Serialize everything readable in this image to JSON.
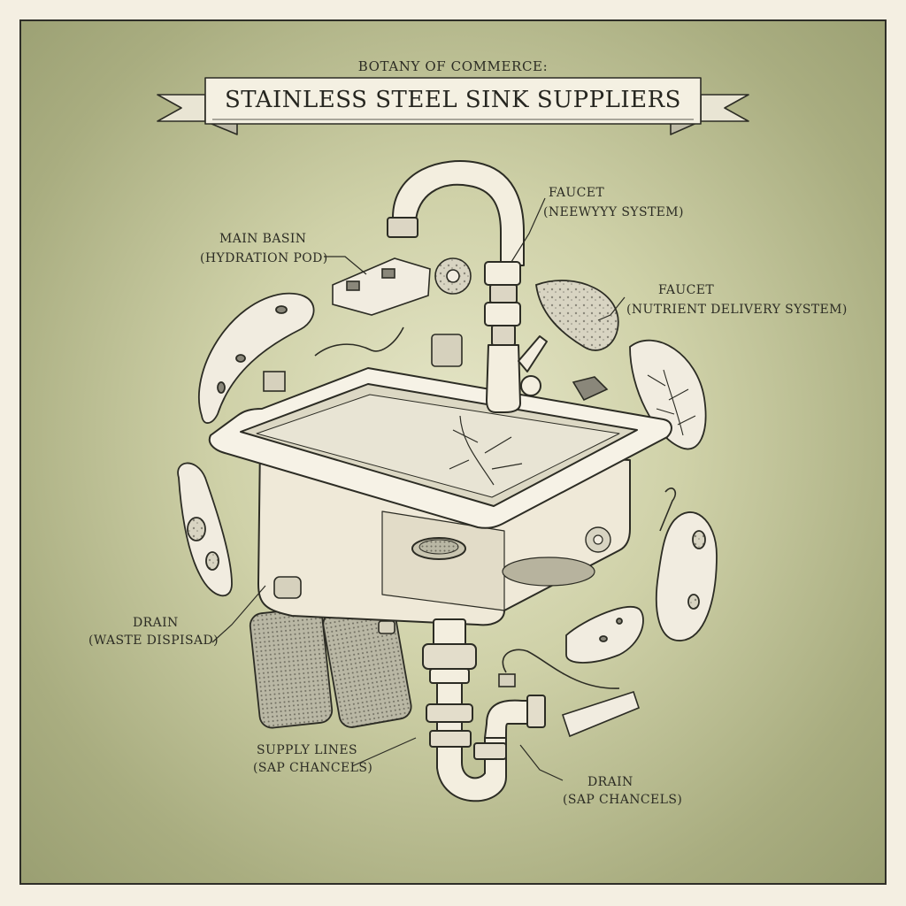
{
  "header": {
    "supertitle": "BOTANY OF COMMERCE:",
    "title": "STAINLESS STEEL SINK SUPPLIERS"
  },
  "callouts": {
    "faucet_top": {
      "name": "FAUCET",
      "sub": "(NEEWYYY SYSTEM)"
    },
    "main_basin": {
      "name": "MAIN BASIN",
      "sub": "(HYDRATION POD)"
    },
    "faucet_right": {
      "name": "FAUCET",
      "sub": "(NUTRIENT DELIVERY SYSTEM)"
    },
    "drain_left": {
      "name": "DRAIN",
      "sub": "(WASTE DISPISAD)"
    },
    "supply_lines": {
      "name": "SUPPLY LINES",
      "sub": "(SAP CHANCELS)"
    },
    "drain_bottom": {
      "name": "DRAIN",
      "sub": "(SAP CHANCELS)"
    }
  },
  "colors": {
    "background_edge": "#9a9f72",
    "background_center": "#e6e6c8",
    "ink": "#2c2c24",
    "porcelain": "#f3eedf"
  }
}
